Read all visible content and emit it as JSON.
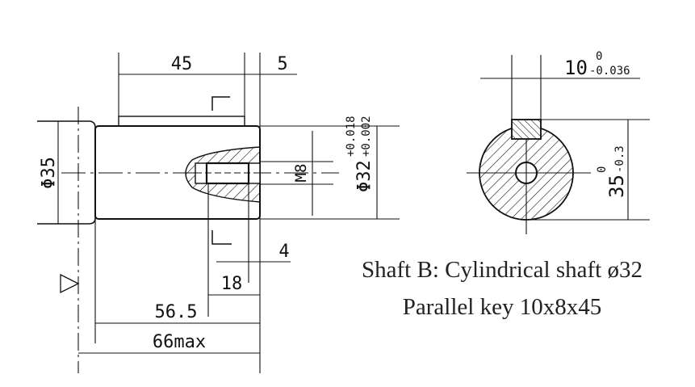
{
  "side_view": {
    "dim_key_length": "45",
    "dim_key_offset": "5",
    "dim_shoulder_diameter": "Φ35",
    "dim_thread": "M8",
    "dim_shaft_diameter": "Φ32",
    "dim_shaft_tol_upper": "+0.018",
    "dim_shaft_tol_lower": "+0.002",
    "dim_thread_offset": "4",
    "dim_thread_depth": "18",
    "dim_body_length": "56.5",
    "dim_total_length": "66max"
  },
  "section_view": {
    "dim_key_width": "10",
    "dim_key_width_tol_upper": "0",
    "dim_key_width_tol_lower": "-0.036",
    "dim_key_height": "35",
    "dim_key_height_tol_upper": "0",
    "dim_key_height_tol_lower": "-0.3"
  },
  "caption": {
    "line1": "Shaft B: Cylindrical shaft ø32",
    "line2": "Parallel key 10x8x45"
  }
}
